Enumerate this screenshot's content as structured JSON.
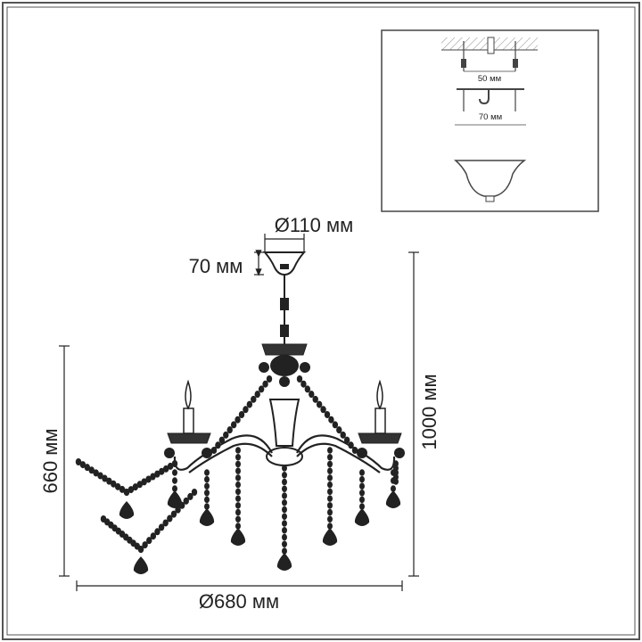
{
  "dimensions": {
    "diameter_canopy": "Ø110 мм",
    "canopy_height": "70 мм",
    "total_height": "1000 мм",
    "body_height": "660 мм",
    "diameter_total": "Ø680 мм"
  },
  "mount_detail": {
    "bracket_width": "50 мм",
    "plate_width": "70 мм"
  },
  "colors": {
    "line": "#222222",
    "frame": "#555555",
    "hatch": "#888888"
  }
}
